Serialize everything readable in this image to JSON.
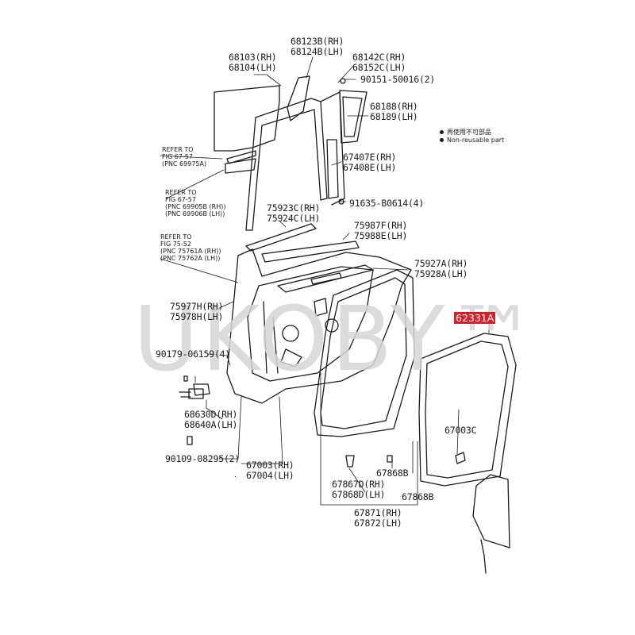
{
  "watermark": "UKOBY™",
  "legend": [
    {
      "text": "再使用不可部品"
    },
    {
      "text": "Non-reusable part"
    }
  ],
  "highlight": {
    "label": "62331A",
    "color": "#d8202a"
  },
  "labels": {
    "p68103": "68103(RH)\n68104(LH)",
    "p68123": "68123B(RH)\n68124B(LH)",
    "p68142": "68142C(RH)\n68152C(LH)",
    "p90151": "90151-50016(2)",
    "p68188": "68188(RH)\n68189(LH)",
    "p67407": "67407E(RH)\n67408E(LH)",
    "p91635": "91635-B0614(4)",
    "p75923": "75923C(RH)\n75924C(LH)",
    "p75987": "75987F(RH)\n75988E(LH)",
    "p75927": "75927A(RH)\n75928A(LH)",
    "p75977": "75977H(RH)\n75978H(LH)",
    "p90179": "90179-06159(4)",
    "p68630": "68630D(RH)\n68640A(LH)",
    "p90109": "90109-08295(2)",
    "p67003": "67003(RH)\n67004(LH)",
    "p67003c": "67003C",
    "p67868b1": "67868B",
    "p67867": "67867D(RH)\n67868D(LH)",
    "p67868b2": "67868B",
    "p67871": "67871(RH)\n67872(LH)"
  },
  "refs": {
    "ref1": "REFER TO\nFIG 67-57\n(PNC 69975A)",
    "ref2": "REFER TO\nFIG 67-57\n(PNC 69905B (RH))\n(PNC 69906B (LH))",
    "ref3": "REFER TO\nFIG 75-52\n(PNC 75761A (RH))\n(PNC 75762A (LH))"
  }
}
